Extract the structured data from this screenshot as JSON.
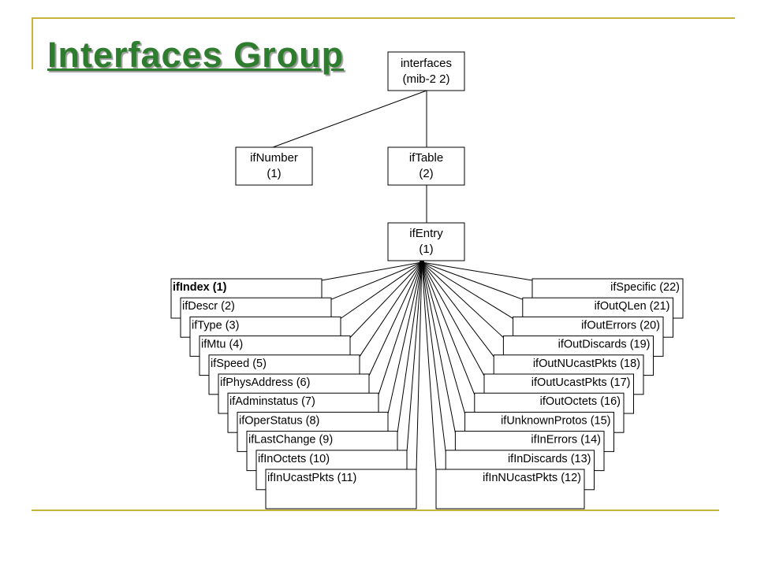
{
  "title": "Interfaces Group",
  "nodes": {
    "interfaces": {
      "line1": "interfaces",
      "line2": "(mib-2 2)"
    },
    "ifNumber": {
      "line1": "ifNumber",
      "line2": "(1)"
    },
    "ifTable": {
      "line1": "ifTable",
      "line2": "(2)"
    },
    "ifEntry": {
      "line1": "ifEntry",
      "line2": "(1)"
    }
  },
  "left_leaves": [
    "ifIndex (1)",
    "ifDescr  (2)",
    "ifType (3)",
    "ifMtu (4)",
    "ifSpeed (5)",
    "ifPhysAddress (6)",
    "ifAdminstatus (7)",
    "ifOperStatus (8)",
    "ifLastChange (9)",
    "ifInOctets (10)",
    "ifInUcastPkts (11)"
  ],
  "right_leaves": [
    "ifSpecific (22)",
    "ifOutQLen  (21)",
    "ifOutErrors (20)",
    "ifOutDiscards (19)",
    "ifOutNUcastPkts (18)",
    "ifOutUcastPkts (17)",
    "ifOutOctets (16)",
    "ifUnknownProtos (15)",
    "ifInErrors (14)",
    "ifInDiscards (13)",
    "ifInNUcastPkts (12)"
  ],
  "colors": {
    "rule": "#c8b43a",
    "title": "#2e7d2e"
  }
}
